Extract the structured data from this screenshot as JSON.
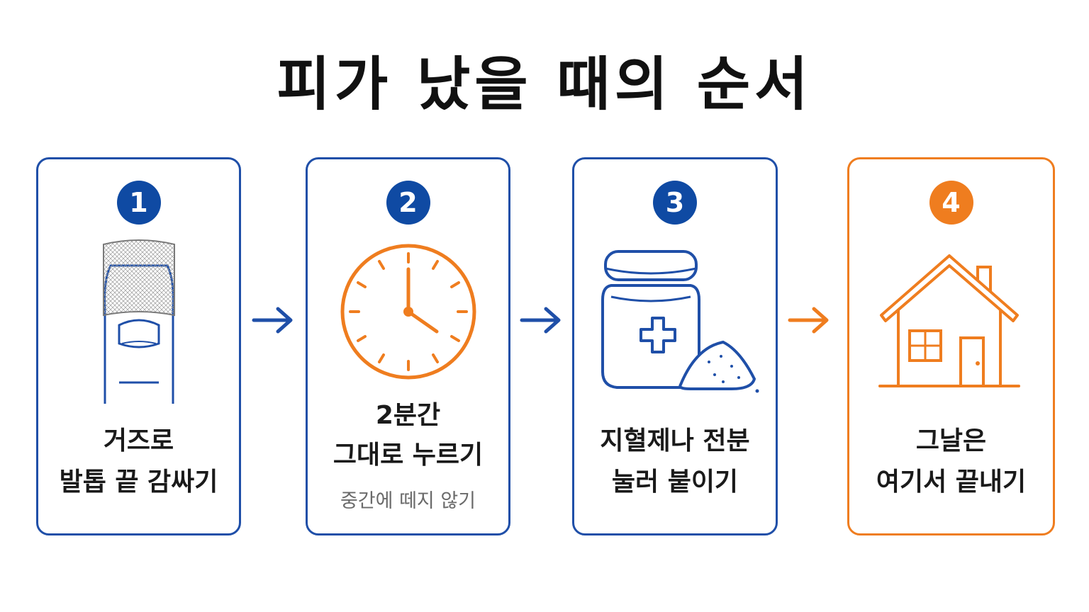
{
  "title": "피가 났을 때의 순서",
  "colors": {
    "blue": "#0f4aa3",
    "orange": "#ef7d1f",
    "text": "#1a1a1a",
    "note": "#6a6a6a"
  },
  "steps": [
    {
      "number": "1",
      "line1": "거즈로",
      "line2": "발톱 끝 감싸기",
      "icon": "gauze-wrapped-toe-icon"
    },
    {
      "number": "2",
      "line1": "2분간",
      "line2": "그대로 누르기",
      "note": "중간에 떼지 않기",
      "icon": "clock-icon"
    },
    {
      "number": "3",
      "line1": "지혈제나 전분",
      "line2": "눌러 붙이기",
      "icon": "styptic-jar-powder-icon"
    },
    {
      "number": "4",
      "line1": "그날은",
      "line2": "여기서 끝내기",
      "icon": "house-icon"
    }
  ]
}
